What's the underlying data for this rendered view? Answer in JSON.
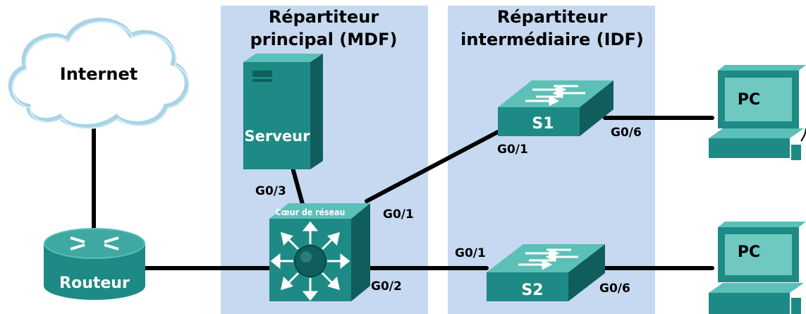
{
  "zones": {
    "mdf": {
      "title_line1": "Répartiteur",
      "title_line2": "principal (MDF)"
    },
    "idf": {
      "title_line1": "Répartiteur",
      "title_line2": "intermédiaire (IDF)"
    }
  },
  "devices": {
    "internet": "Internet",
    "router": "Routeur",
    "server": "Serveur",
    "core": "Cœur de réseau",
    "s1": "S1",
    "s2": "S2",
    "pc1": "PC",
    "pc2": "PC"
  },
  "ports": {
    "core_g03": "G0/3",
    "core_g01": "G0/1",
    "core_g02": "G0/2",
    "s1_g01": "G0/1",
    "s1_g06": "G0/6",
    "s2_g01": "G0/1",
    "s2_g06": "G0/6"
  },
  "colors": {
    "zone_fill": "#c6d9f1",
    "device_teal": "#1e8a86",
    "device_dark": "#0f5e5b",
    "device_light": "#5bc0b8",
    "link": "#000000",
    "cloud_fill": "#ffffff",
    "cloud_stroke": "#9fcbe0"
  }
}
